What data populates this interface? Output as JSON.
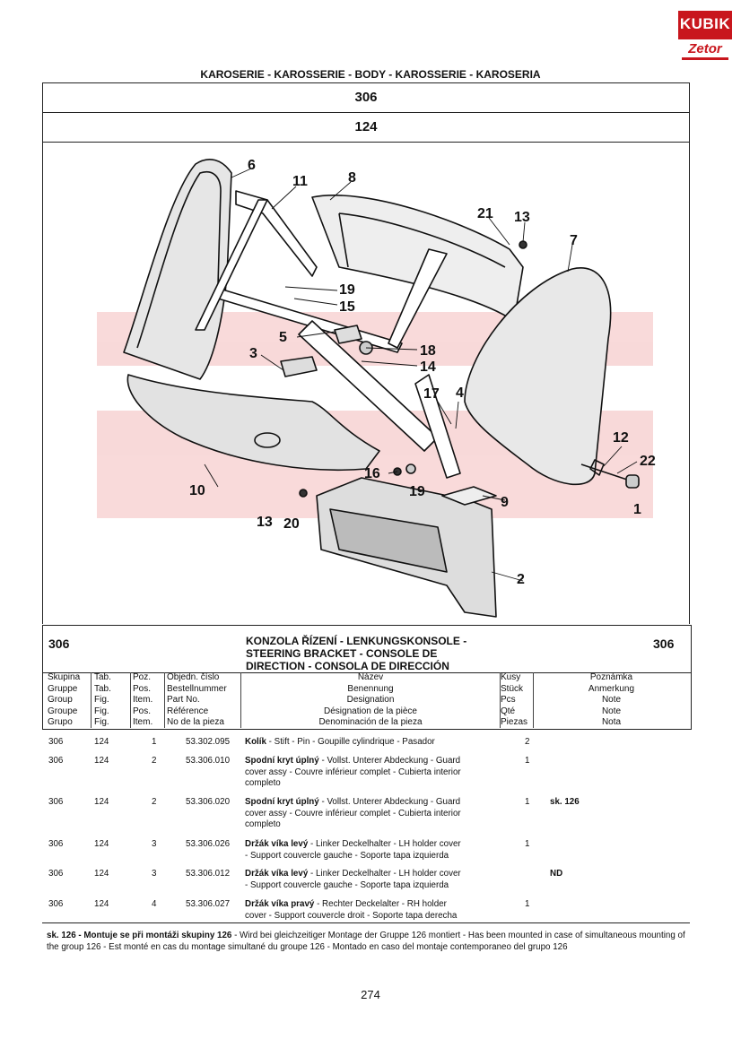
{
  "logo": {
    "brand": "KUBIK",
    "sub": "Zetor"
  },
  "header": {
    "section_title": "KAROSERIE - KAROSSERIE - BODY - KAROSSERIE - KAROSERIA",
    "group": "306",
    "figure": "124"
  },
  "diagram": {
    "callouts": [
      "6",
      "11",
      "8",
      "21",
      "13",
      "7",
      "19",
      "15",
      "5",
      "18",
      "3",
      "14",
      "17",
      "4",
      "12",
      "22",
      "1",
      "16",
      "19",
      "9",
      "10",
      "13",
      "20",
      "2"
    ]
  },
  "part_header": {
    "group_left": "306",
    "group_right": "306",
    "title_lines": [
      "KONZOLA ŘÍZENÍ - LENKUNGSKONSOLE -",
      "STEERING BRACKET - CONSOLE DE",
      "DIRECTION - CONSOLA DE DIRECCIÓN"
    ]
  },
  "columns": {
    "group": [
      "Skupina",
      "Gruppe",
      "Group",
      "Groupe",
      "Grupo"
    ],
    "fig": [
      "Tab.",
      "Tab.",
      "Fig.",
      "Fig.",
      "Fig."
    ],
    "pos": [
      "Poz.",
      "Pos.",
      "Item.",
      "Pos.",
      "Item."
    ],
    "partno": [
      "Objedn. číslo",
      "Bestellnummer",
      "Part No.",
      "Référence",
      "No de la pieza"
    ],
    "name": [
      "Název",
      "Benennung",
      "Designation",
      "Désignation de la pièce",
      "Denominación de la pieza"
    ],
    "qty": [
      "Kusy",
      "Stück",
      "Pcs",
      "Qté",
      "Piezas"
    ],
    "note": [
      "Poznámka",
      "Anmerkung",
      "Note",
      "Note",
      "Nota"
    ]
  },
  "rows": [
    {
      "group": "306",
      "fig": "124",
      "pos": "1",
      "partno": "53.302.095",
      "name_bold": "Kolík",
      "name_rest": " - Stift - Pin - Goupille cylindrique - Pasador",
      "name_lines": [],
      "qty": "2",
      "note": ""
    },
    {
      "group": "306",
      "fig": "124",
      "pos": "2",
      "partno": "53.306.010",
      "name_bold": "Spodní kryt úplný",
      "name_rest": " - Vollst. Unterer Abdeckung - Guard",
      "name_lines": [
        "cover assy - Couvre inférieur complet - Cubierta interior",
        "completo"
      ],
      "qty": "1",
      "note": ""
    },
    {
      "group": "306",
      "fig": "124",
      "pos": "2",
      "partno": "53.306.020",
      "name_bold": "Spodní kryt úplný",
      "name_rest": " - Vollst. Unterer Abdeckung - Guard",
      "name_lines": [
        "cover assy - Couvre inférieur complet - Cubierta interior",
        "completo"
      ],
      "qty": "1",
      "note": "sk. 126"
    },
    {
      "group": "306",
      "fig": "124",
      "pos": "3",
      "partno": "53.306.026",
      "name_bold": "Držák víka levý",
      "name_rest": " - Linker Deckelhalter - LH holder cover",
      "name_lines": [
        "- Support couvercle gauche - Soporte tapa izquierda"
      ],
      "qty": "1",
      "note": ""
    },
    {
      "group": "306",
      "fig": "124",
      "pos": "3",
      "partno": "53.306.012",
      "name_bold": "Držák víka levý",
      "name_rest": " - Linker Deckelhalter - LH holder cover",
      "name_lines": [
        "- Support couvercle gauche - Soporte tapa izquierda"
      ],
      "qty": "",
      "note": "ND"
    },
    {
      "group": "306",
      "fig": "124",
      "pos": "4",
      "partno": "53.306.027",
      "name_bold": "Držák víka pravý",
      "name_rest": " - Rechter Deckelalter - RH holder",
      "name_lines": [
        "cover - Support couvercle droit - Soporte tapa derecha"
      ],
      "qty": "1",
      "note": ""
    }
  ],
  "footnote": {
    "bold": "sk. 126 - Montuje se při montáži skupiny 126",
    "rest": " - Wird bei gleichzeitiger Montage der Gruppe 126 montiert - Has been mounted in case of simultaneous mounting of the group 126 - Est monté en cas du montage simultané du groupe 126 - Montado en caso del montaje contemporaneo del grupo 126"
  },
  "page_number": "274"
}
